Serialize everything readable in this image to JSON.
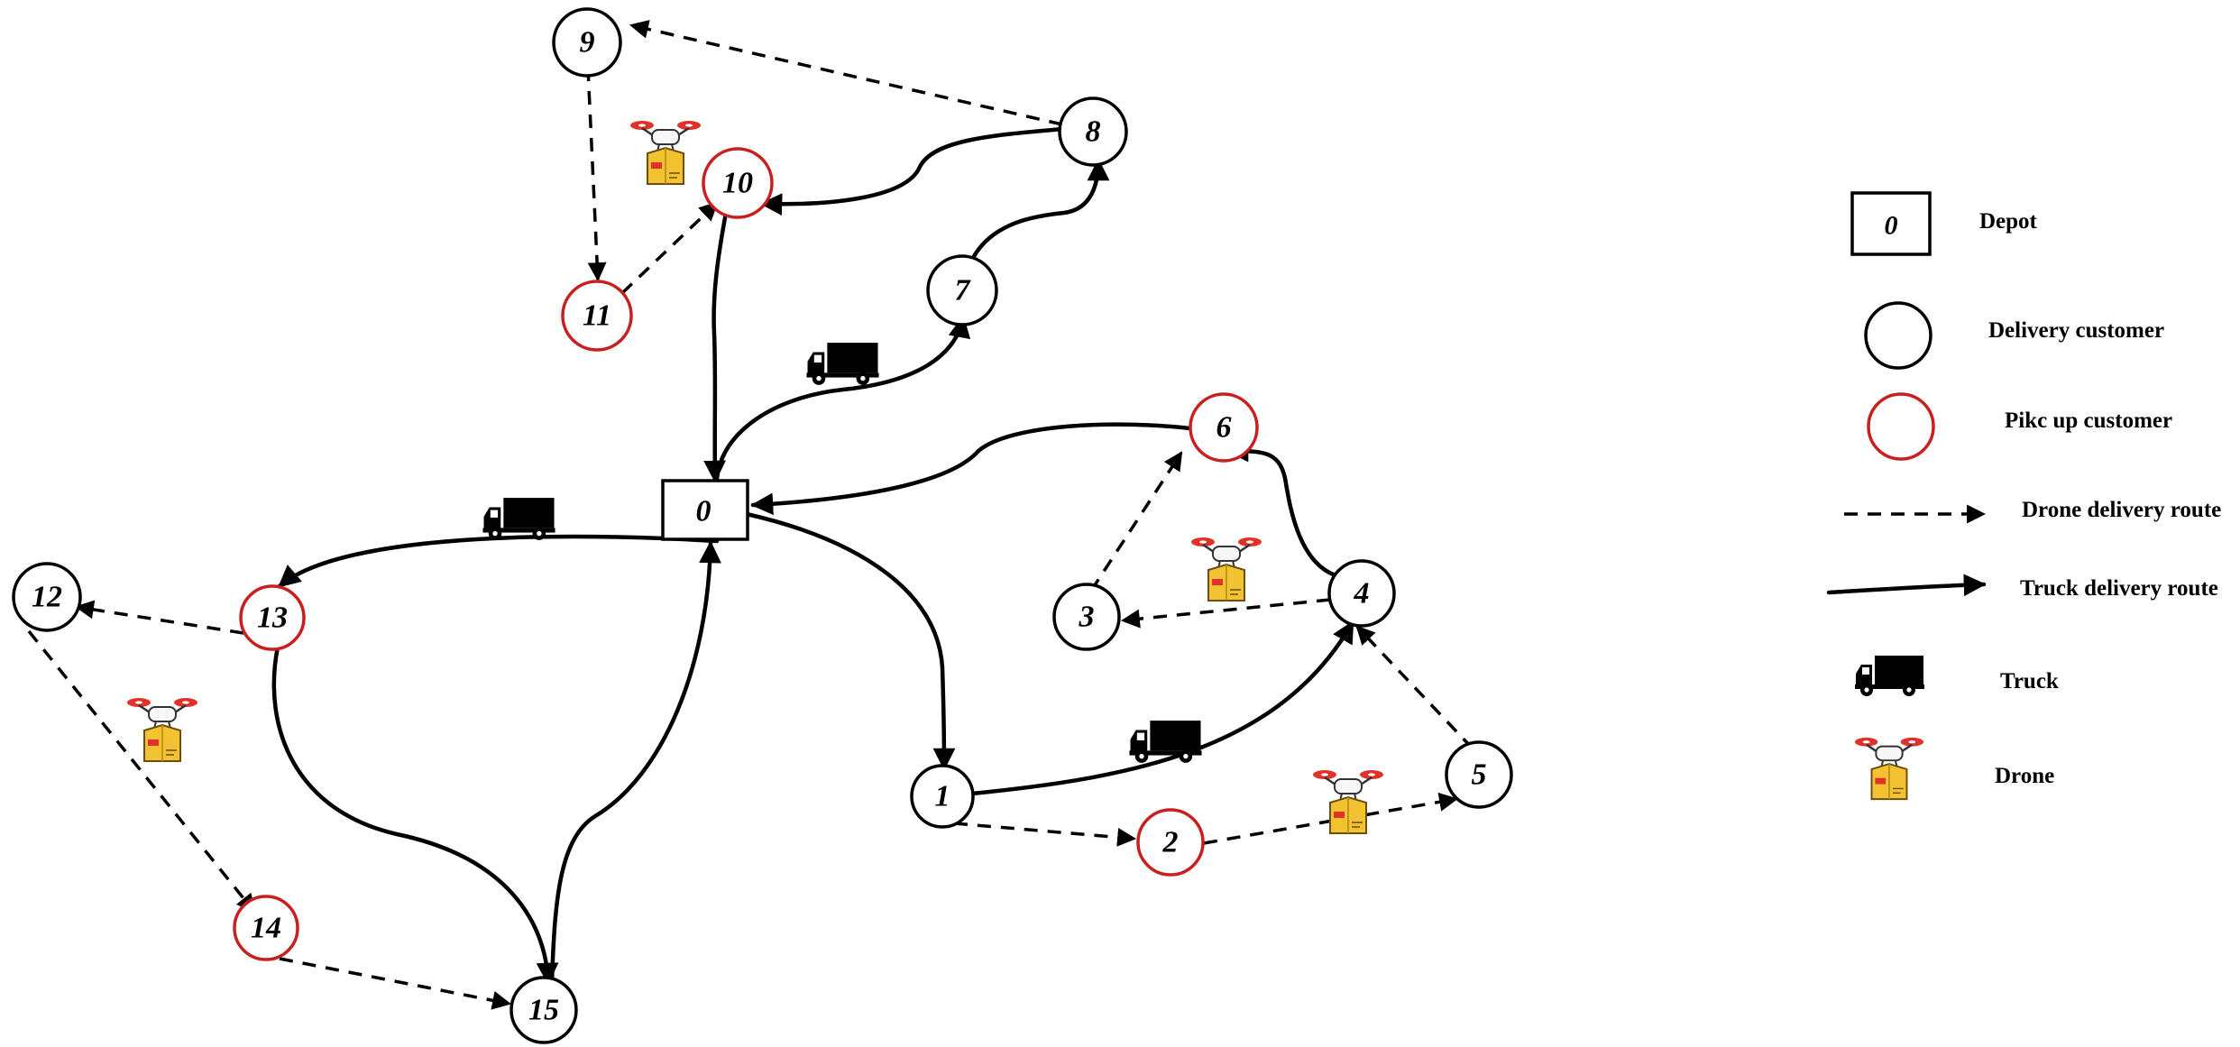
{
  "nodes": {
    "n0": "0",
    "n1": "1",
    "n2": "2",
    "n3": "3",
    "n4": "4",
    "n5": "5",
    "n6": "6",
    "n7": "7",
    "n8": "8",
    "n9": "9",
    "n10": "10",
    "n11": "11",
    "n12": "12",
    "n13": "13",
    "n14": "14",
    "n15": "15"
  },
  "legend": {
    "depot_symbol": "0",
    "depot": "Depot",
    "delivery_customer": "Delivery customer",
    "pickup_customer": "Pikc up customer",
    "drone_route": "Drone delivery route",
    "truck_route": "Truck delivery route",
    "truck": "Truck",
    "drone": "Drone"
  },
  "colors": {
    "delivery_node": "#000000",
    "pickup_node": "#c8201e",
    "drone_box": "#f2c230",
    "drone_rotor": "#e0322a"
  }
}
